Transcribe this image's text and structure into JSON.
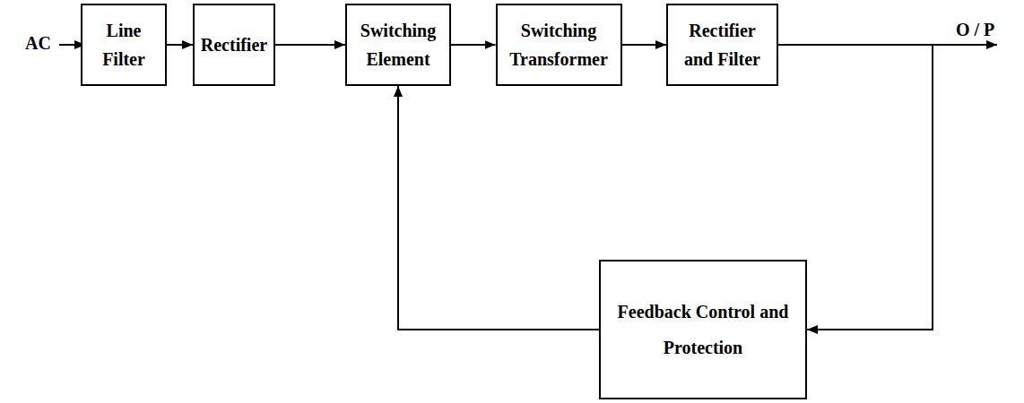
{
  "diagram": {
    "nodes": [
      {
        "text": [
          "Line Filter"
        ]
      },
      {
        "text": [
          "Rectifier"
        ]
      },
      {
        "text": [
          "Switching Element"
        ]
      },
      {
        "text": [
          "Switching Transformer"
        ]
      },
      {
        "text": [
          "Rectifier and Filter"
        ]
      },
      {
        "text": [
          "Feedback Control and Protection"
        ]
      }
    ],
    "edges": [
      {
        "from": 0,
        "to": 1,
        "arrow": "to"
      },
      {
        "from": 1,
        "to": 2,
        "arrow": "to"
      },
      {
        "from": 2,
        "to": 3,
        "arrow": "to"
      },
      {
        "from": 3,
        "to": 4,
        "arrow": "to"
      },
      {
        "from": 4,
        "to": 5,
        "arrow": "to"
      },
      {
        "from": 5,
        "to": 2,
        "arrow": "to"
      }
    ],
    "labels": [
      "AC",
      "O / P"
    ]
  }
}
